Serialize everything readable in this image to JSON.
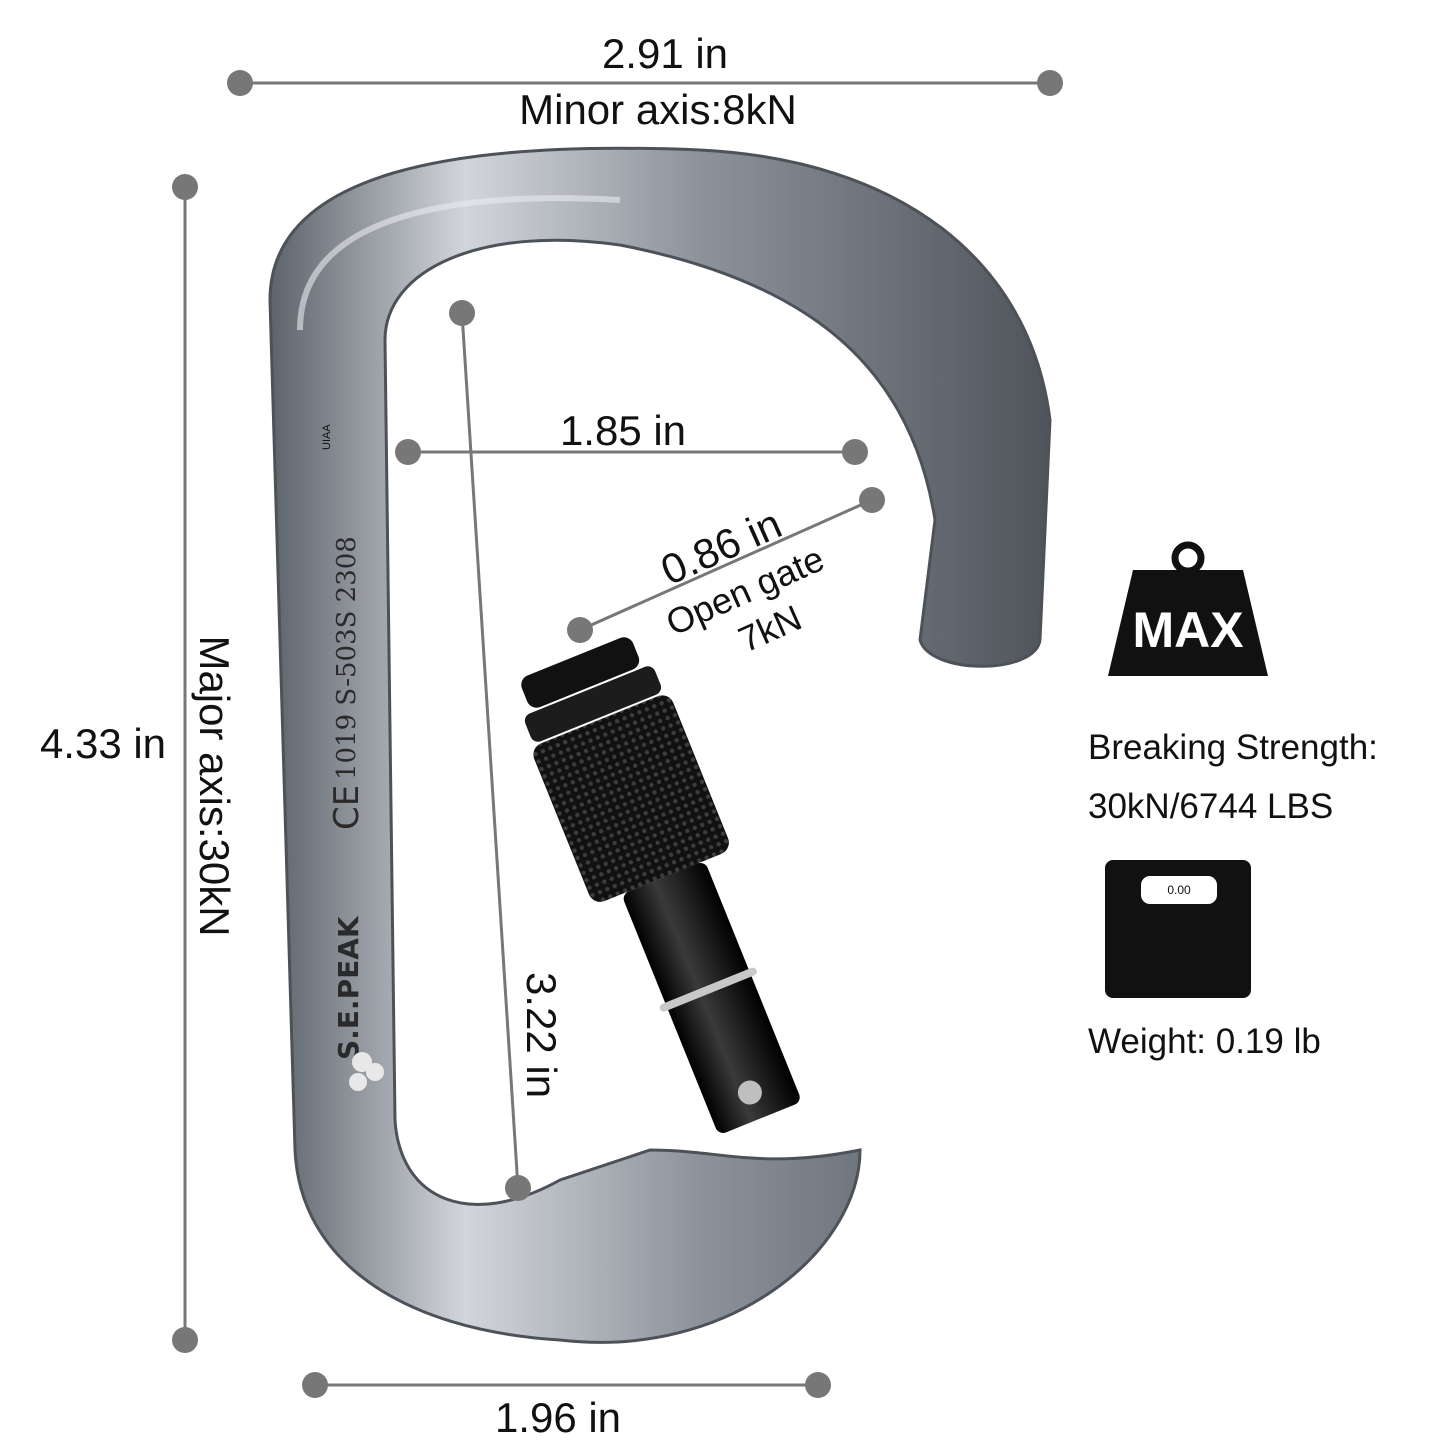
{
  "dimensions": {
    "top_width": "2.91 in",
    "minor_axis": "Minor axis:8kN",
    "height": "4.33 in",
    "major_axis": "Major axis:30kN",
    "inner_width": "1.85 in",
    "gate_opening": "0.86 in",
    "gate_label": "Open gate",
    "gate_strength": "7kN",
    "inner_length": "3.22 in",
    "bottom_width": "1.96 in"
  },
  "carabiner_markings": {
    "brand": "S.E.PEAK",
    "model": "1019 S-503S 2308",
    "ce_mark": "CE",
    "cert": "UIAA"
  },
  "specs": {
    "max_icon_label": "MAX",
    "breaking_strength_label": "Breaking Strength:",
    "breaking_strength_value": "30kN/6744 LBS",
    "scale_display": "0.00",
    "weight": "Weight: 0.19 lb"
  },
  "colors": {
    "dimension_line": "#777777",
    "carabiner_body": "#8e949c",
    "gate": "#111111",
    "icon": "#111111"
  }
}
